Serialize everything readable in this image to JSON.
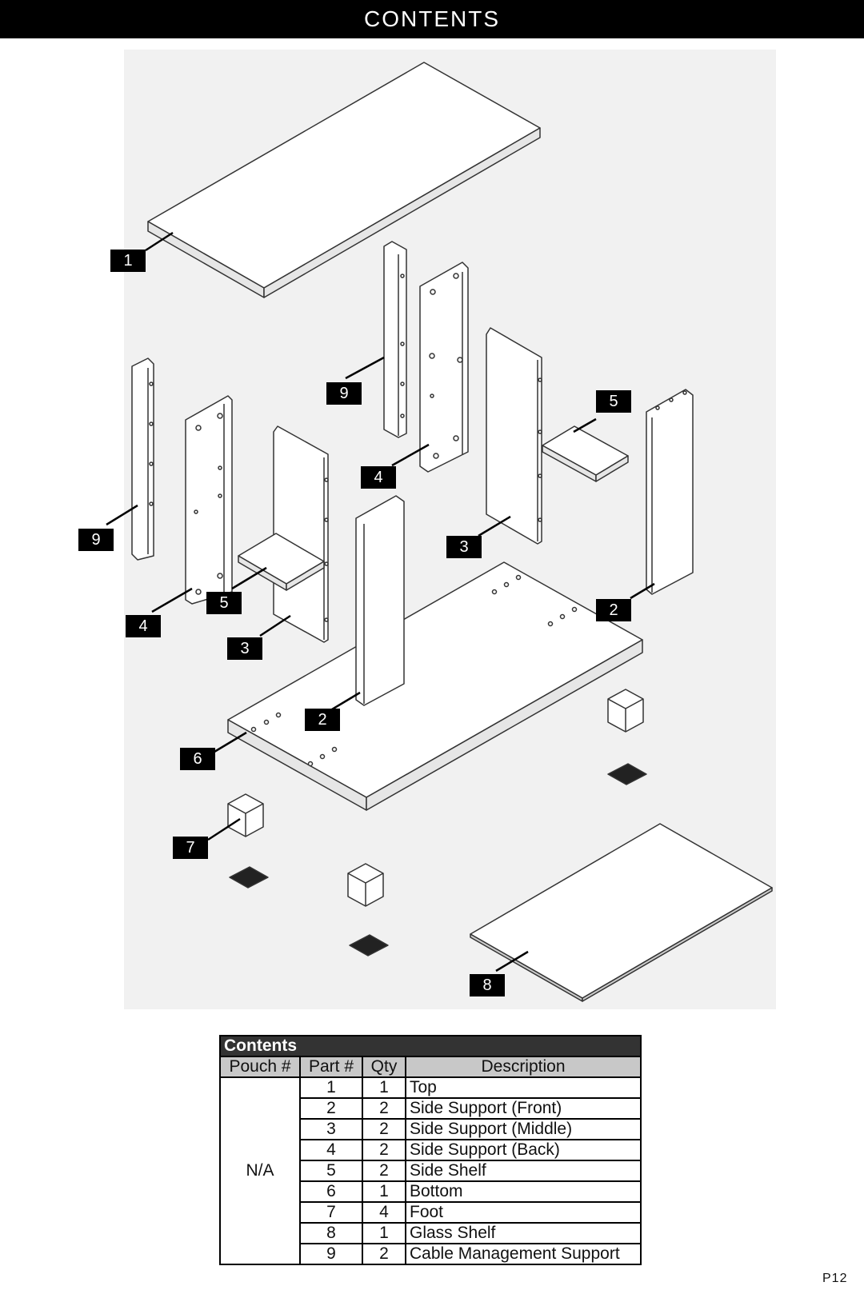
{
  "header": {
    "title": "CONTENTS"
  },
  "callouts": [
    "1",
    "9",
    "9",
    "4",
    "5",
    "4",
    "5",
    "3",
    "3",
    "2",
    "2",
    "6",
    "7",
    "8"
  ],
  "table": {
    "title": "Contents",
    "columns": [
      "Pouch #",
      "Part #",
      "Qty",
      "Description"
    ],
    "pouch": "N/A",
    "rows": [
      {
        "part": "1",
        "qty": "1",
        "desc": "Top"
      },
      {
        "part": "2",
        "qty": "2",
        "desc": "Side Support (Front)"
      },
      {
        "part": "3",
        "qty": "2",
        "desc": "Side Support (Middle)"
      },
      {
        "part": "4",
        "qty": "2",
        "desc": "Side Support (Back)"
      },
      {
        "part": "5",
        "qty": "2",
        "desc": "Side Shelf"
      },
      {
        "part": "6",
        "qty": "1",
        "desc": "Bottom"
      },
      {
        "part": "7",
        "qty": "4",
        "desc": "Foot"
      },
      {
        "part": "8",
        "qty": "1",
        "desc": "Glass Shelf"
      },
      {
        "part": "9",
        "qty": "2",
        "desc": "Cable Management Support"
      }
    ]
  },
  "page_number": "P12"
}
